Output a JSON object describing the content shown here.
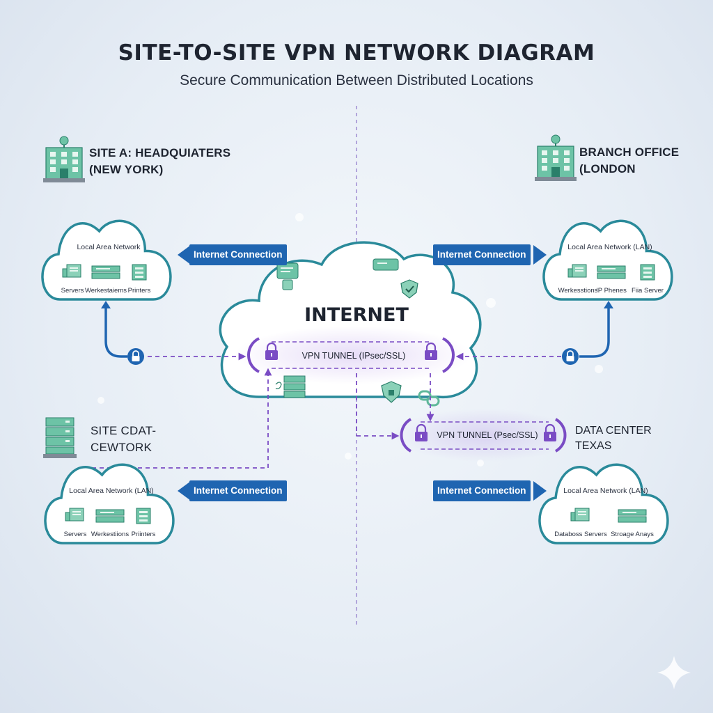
{
  "header": {
    "title": "SITE-TO-SITE VPN NETWORK DIAGRAM",
    "subtitle": "Secure Communication Between Distributed Locations"
  },
  "internet": {
    "label": "INTERNET"
  },
  "sites": {
    "hq": {
      "label": "SITE A: HEADQUIATERS\n(NEW YORK)",
      "connection_label": "Internet Connection",
      "lan_title": "Local Area Network",
      "devices": [
        "Servers",
        "Werkestaiems",
        "Printers"
      ]
    },
    "london": {
      "label": "BRANCH OFFICE\n(LONDON",
      "connection_label": "Internet Connection",
      "lan_title": "Local Area Network (LAN)",
      "devices": [
        "Werkesstions",
        "IP Phenes",
        "Fiia Server"
      ]
    },
    "site_c": {
      "label": "SITE CDAT-\nCEWTORK",
      "connection_label": "Internet Connection",
      "lan_title": "Local Area Network (LAN)",
      "devices": [
        "Servers",
        "Werkestiions",
        "Priinters"
      ]
    },
    "texas": {
      "label": "DATA CENTER\nTEXAS",
      "connection_label": "Internet Connection",
      "lan_title": "Local Area Network (LAN)",
      "devices": [
        "Databoss Servers",
        "Stroage Anays"
      ]
    }
  },
  "tunnels": {
    "main": "VPN TUNNEL (IPsec/SSL)",
    "secondary": "VPN TUNNEL (Psec/SSL)"
  },
  "colors": {
    "network_blue": "#1f65b1",
    "vpn_purple": "#7a4cc4",
    "cloud_teal": "#2a8a9a",
    "icon_green": "#5fb89a"
  }
}
